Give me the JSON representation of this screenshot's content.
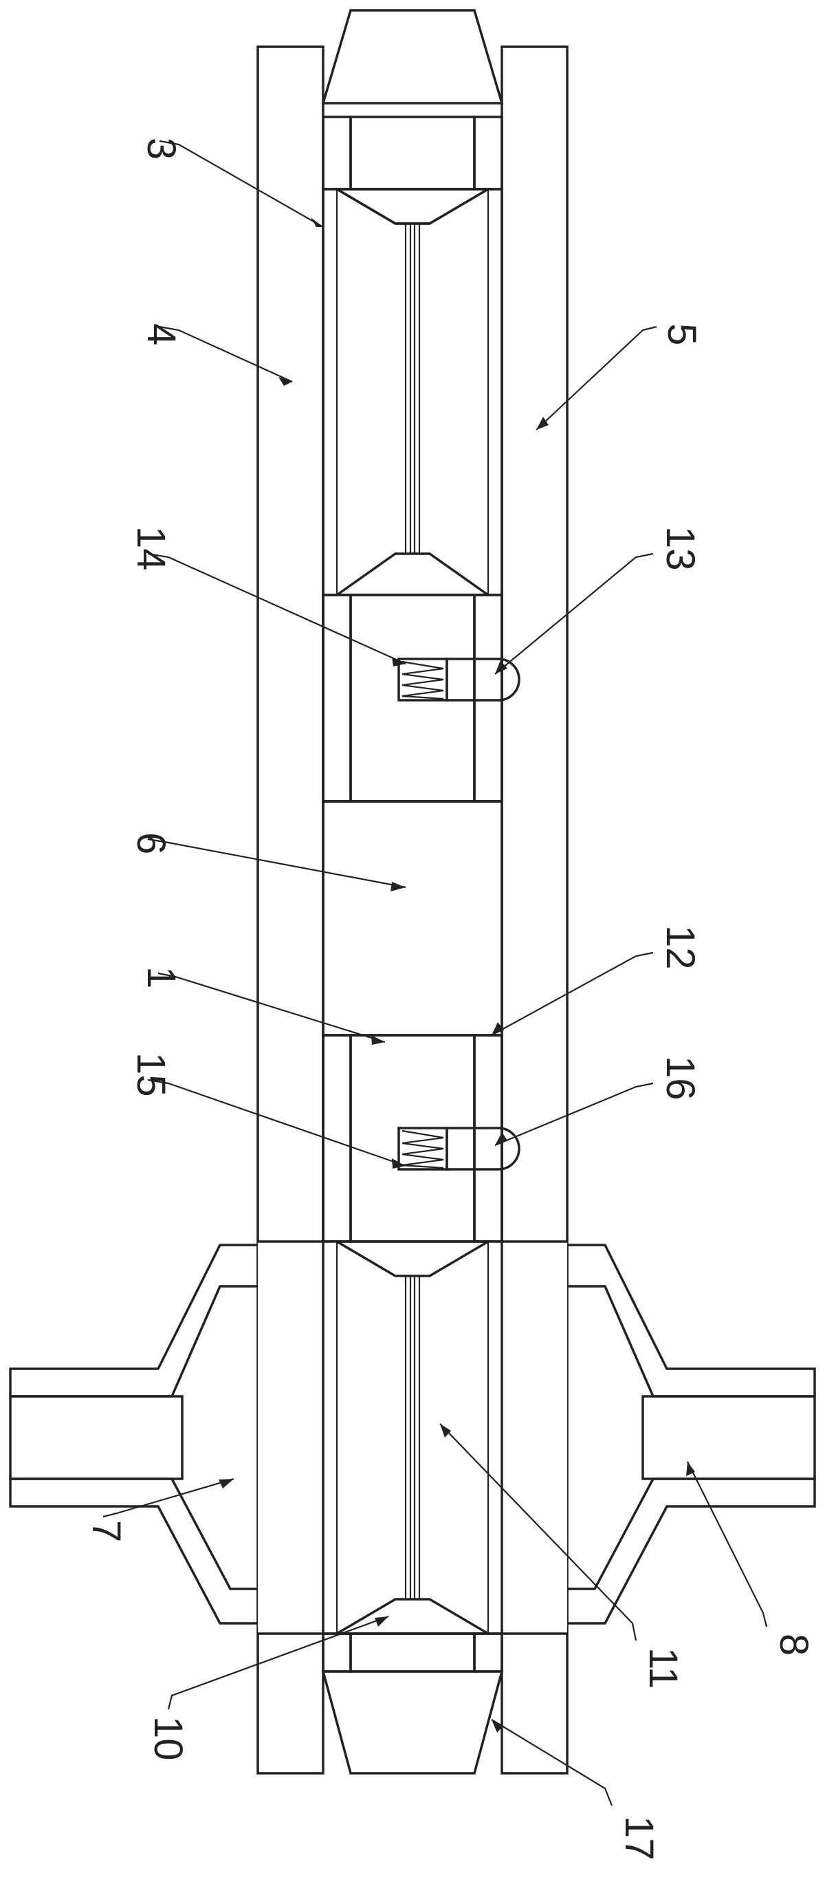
{
  "figure": {
    "colors": {
      "stroke": "#222222",
      "background": "#ffffff"
    },
    "labels": {
      "l1": "1",
      "l3": "3",
      "l4": "4",
      "l5": "5",
      "l6": "6",
      "l7": "7",
      "l8": "8",
      "l10": "10",
      "l11": "11",
      "l12": "12",
      "l13": "13",
      "l14": "14",
      "l15": "15",
      "l16": "16",
      "l17": "17"
    }
  }
}
